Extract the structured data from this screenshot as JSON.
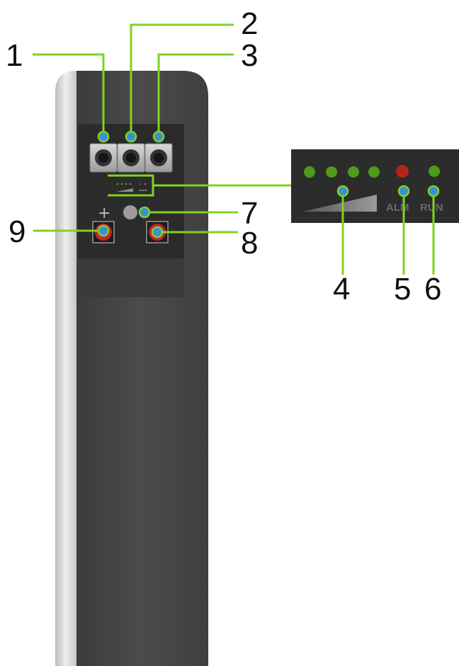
{
  "callouts": [
    {
      "id": 1,
      "label": "1"
    },
    {
      "id": 2,
      "label": "2"
    },
    {
      "id": 3,
      "label": "3"
    },
    {
      "id": 4,
      "label": "4"
    },
    {
      "id": 5,
      "label": "5"
    },
    {
      "id": 6,
      "label": "6"
    },
    {
      "id": 7,
      "label": "7"
    },
    {
      "id": 8,
      "label": "8"
    },
    {
      "id": 9,
      "label": "9"
    }
  ],
  "indicator_panel": {
    "alarm_label": "ALM",
    "run_label": "RUN",
    "soc_leds_lit": 4,
    "alarm_color": "#b3241d",
    "run_color": "#4f9a1b",
    "soc_color": "#4f9a1b"
  },
  "terminals": {
    "positive_symbol": "+"
  },
  "colors": {
    "callout_line": "#7ed321",
    "marker_fill": "#3a8fd6",
    "device_body": "#454545",
    "device_side": "#d6d6d6"
  }
}
